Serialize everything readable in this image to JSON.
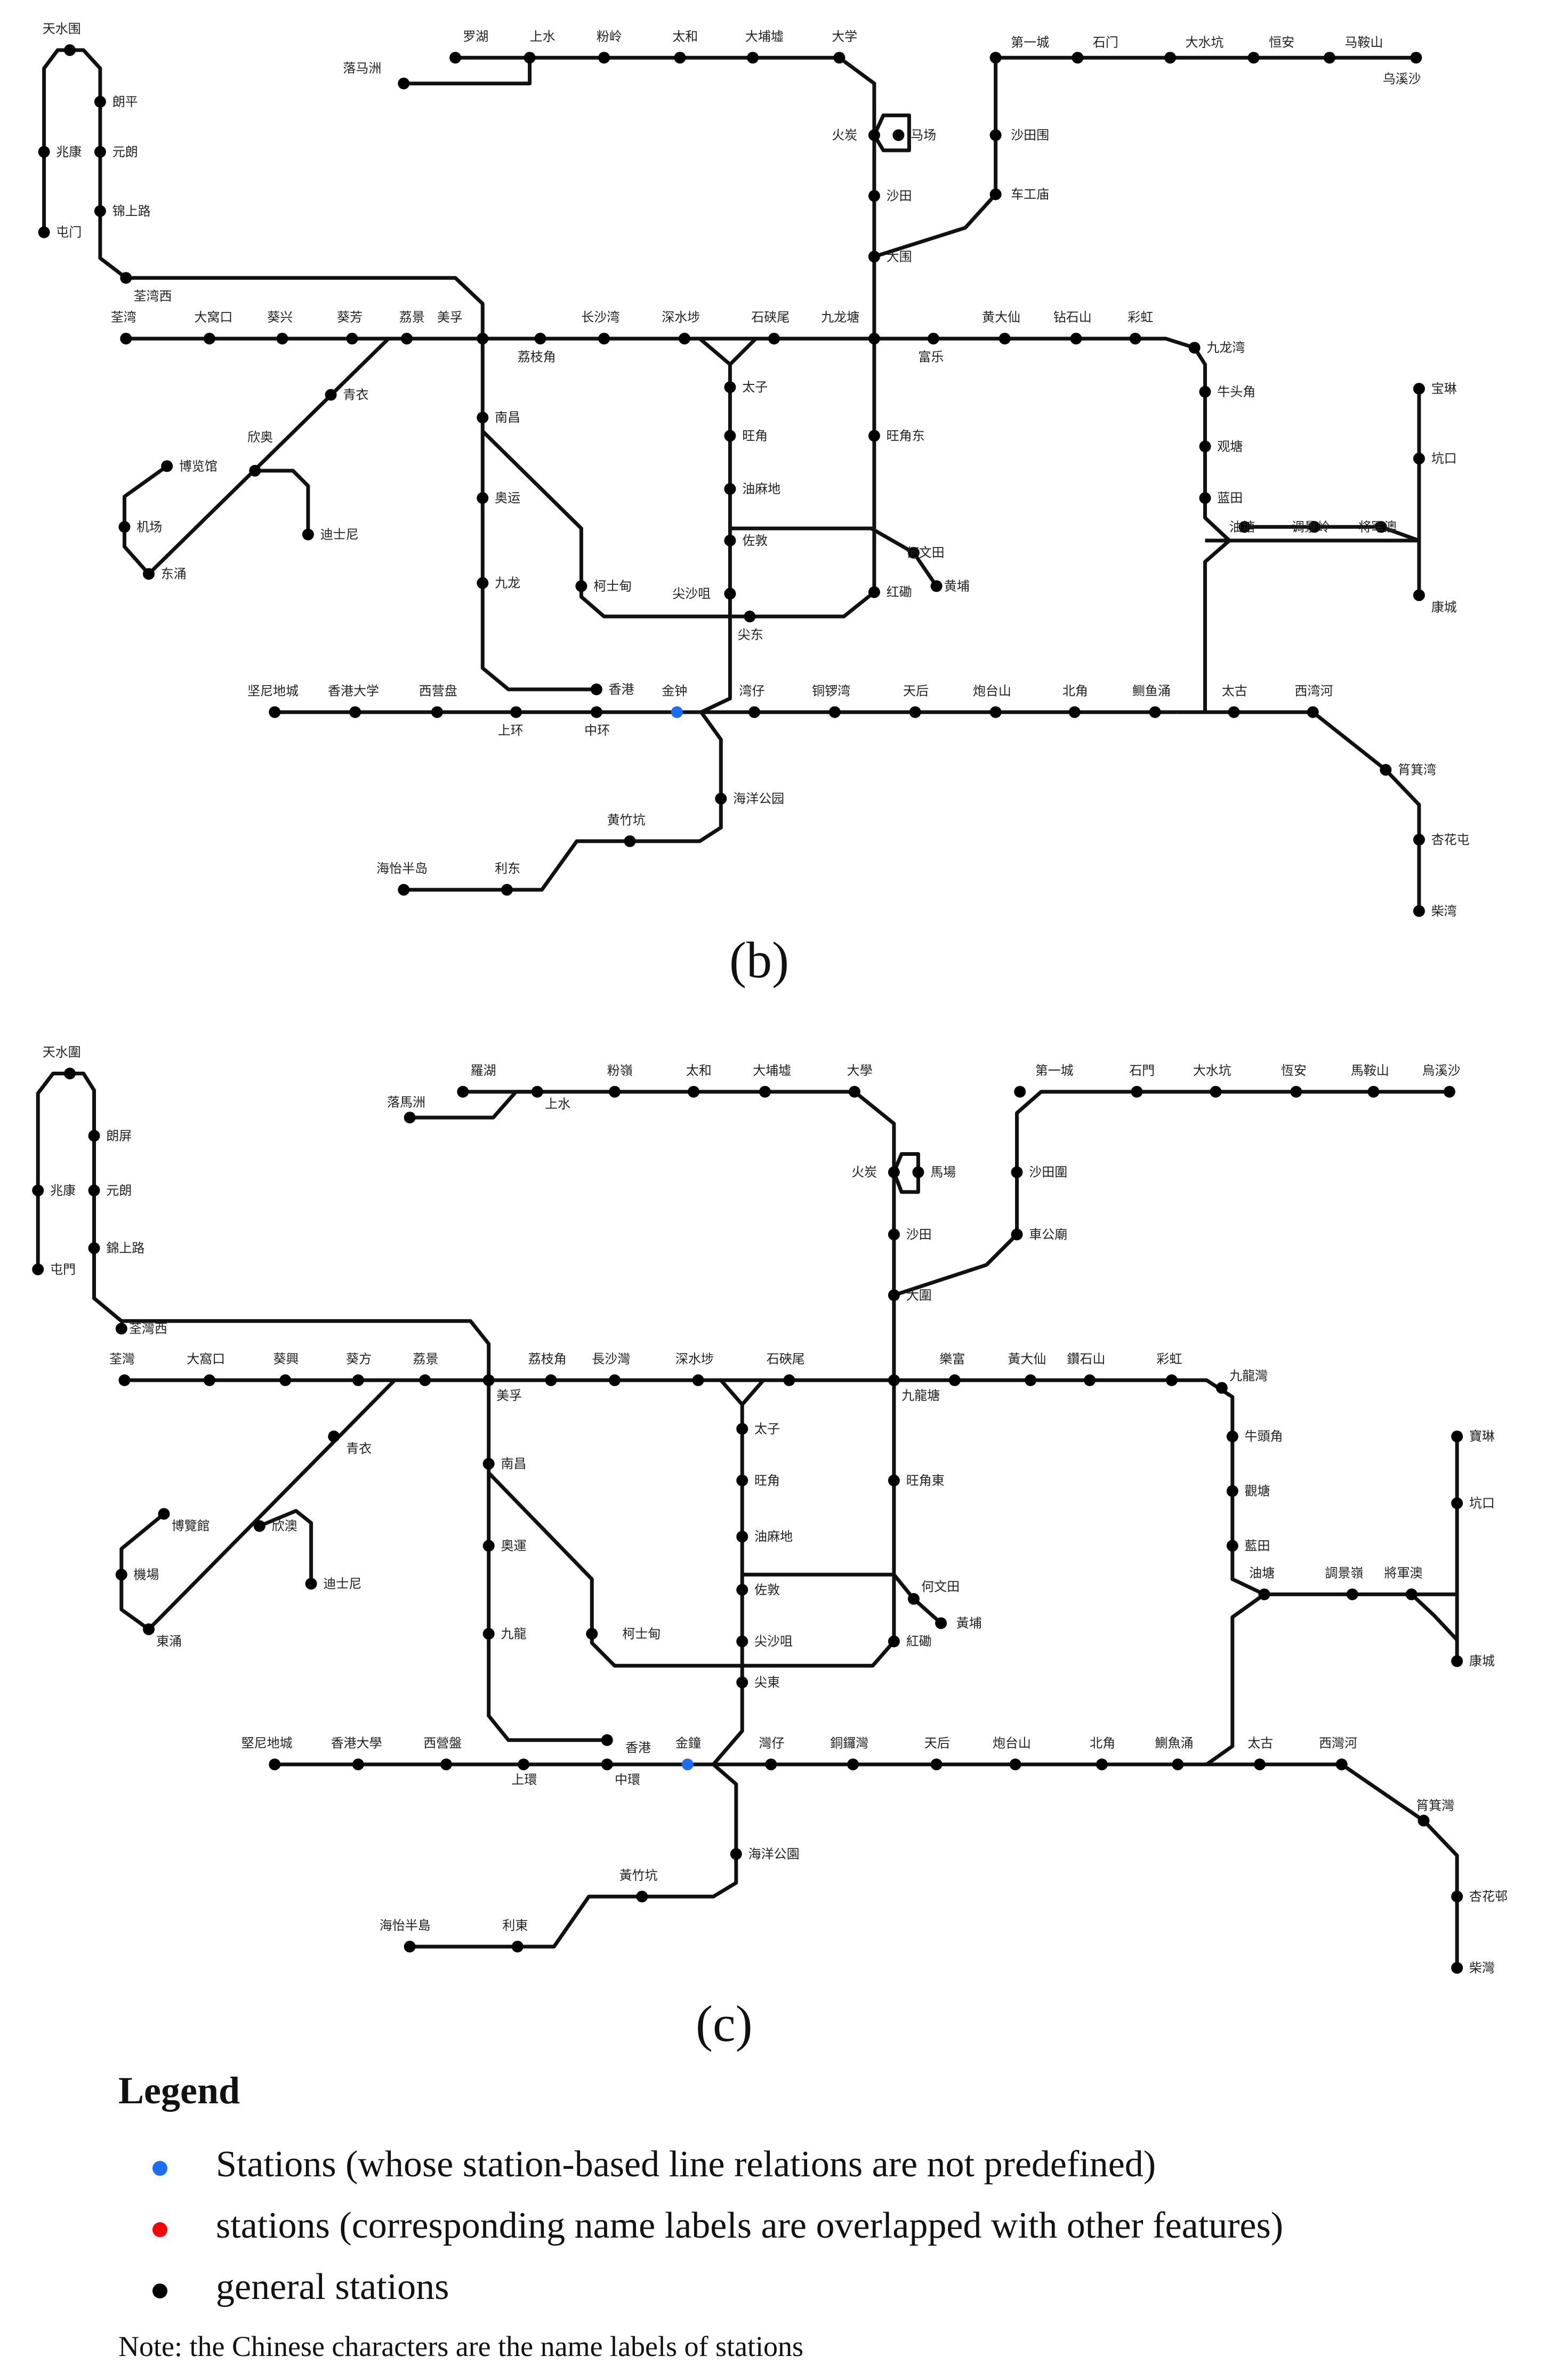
{
  "colors": {
    "line": "#111111",
    "general": "#000000",
    "undefined": "#1a6dff",
    "overlap": "#ff0000"
  },
  "panels": [
    {
      "id": "b",
      "caption": "(b)",
      "stations": [
        {
          "name": "罗湖"
        },
        {
          "name": "上水"
        },
        {
          "name": "粉岭"
        },
        {
          "name": "太和"
        },
        {
          "name": "大埔墟"
        },
        {
          "name": "大学"
        },
        {
          "name": "落马洲"
        },
        {
          "name": "第一城"
        },
        {
          "name": "石门"
        },
        {
          "name": "大水坑"
        },
        {
          "name": "恒安"
        },
        {
          "name": "马鞍山"
        },
        {
          "name": "乌溪沙"
        },
        {
          "name": "天水围"
        },
        {
          "name": "朗平"
        },
        {
          "name": "兆康"
        },
        {
          "name": "元朗"
        },
        {
          "name": "锦上路"
        },
        {
          "name": "屯门"
        },
        {
          "name": "荃湾西"
        },
        {
          "name": "火炭"
        },
        {
          "name": "马场"
        },
        {
          "name": "沙田"
        },
        {
          "name": "大围"
        },
        {
          "name": "沙田围"
        },
        {
          "name": "车工庙"
        },
        {
          "name": "荃湾"
        },
        {
          "name": "大窝口"
        },
        {
          "name": "葵兴"
        },
        {
          "name": "葵芳"
        },
        {
          "name": "荔景"
        },
        {
          "name": "美孚"
        },
        {
          "name": "荔枝角"
        },
        {
          "name": "长沙湾"
        },
        {
          "name": "深水埗"
        },
        {
          "name": "石硖尾"
        },
        {
          "name": "九龙塘"
        },
        {
          "name": "富乐"
        },
        {
          "name": "黄大仙"
        },
        {
          "name": "钻石山"
        },
        {
          "name": "彩虹"
        },
        {
          "name": "九龙湾"
        },
        {
          "name": "牛头角"
        },
        {
          "name": "观塘"
        },
        {
          "name": "蓝田"
        },
        {
          "name": "油塘"
        },
        {
          "name": "调景岭"
        },
        {
          "name": "将军澳"
        },
        {
          "name": "宝琳"
        },
        {
          "name": "坑口"
        },
        {
          "name": "康城"
        },
        {
          "name": "青衣"
        },
        {
          "name": "欣奥"
        },
        {
          "name": "博览馆"
        },
        {
          "name": "机场"
        },
        {
          "name": "东涌"
        },
        {
          "name": "迪士尼"
        },
        {
          "name": "南昌"
        },
        {
          "name": "奥运"
        },
        {
          "name": "九龙"
        },
        {
          "name": "柯士甸"
        },
        {
          "name": "尖沙咀"
        },
        {
          "name": "尖东"
        },
        {
          "name": "太子"
        },
        {
          "name": "旺角"
        },
        {
          "name": "油麻地"
        },
        {
          "name": "佐敦"
        },
        {
          "name": "旺角东"
        },
        {
          "name": "何文田"
        },
        {
          "name": "黄埔"
        },
        {
          "name": "红磡"
        },
        {
          "name": "坚尼地城"
        },
        {
          "name": "香港大学"
        },
        {
          "name": "西营盘"
        },
        {
          "name": "上环"
        },
        {
          "name": "中环"
        },
        {
          "name": "香港"
        },
        {
          "name": "金钟"
        },
        {
          "name": "湾仔"
        },
        {
          "name": "铜锣湾"
        },
        {
          "name": "天后"
        },
        {
          "name": "炮台山"
        },
        {
          "name": "北角"
        },
        {
          "name": "鲗鱼涌"
        },
        {
          "name": "太古"
        },
        {
          "name": "西湾河"
        },
        {
          "name": "筲箕湾"
        },
        {
          "name": "杏花屯"
        },
        {
          "name": "柴湾"
        },
        {
          "name": "海洋公园"
        },
        {
          "name": "黄竹坑"
        },
        {
          "name": "利东"
        },
        {
          "name": "海怡半岛"
        }
      ]
    },
    {
      "id": "c",
      "caption": "(c)",
      "stations": [
        {
          "name": "羅湖"
        },
        {
          "name": "上水"
        },
        {
          "name": "粉嶺"
        },
        {
          "name": "太和"
        },
        {
          "name": "大埔墟"
        },
        {
          "name": "大學"
        },
        {
          "name": "落馬洲"
        },
        {
          "name": "第一城"
        },
        {
          "name": "石門"
        },
        {
          "name": "大水坑"
        },
        {
          "name": "恆安"
        },
        {
          "name": "馬鞍山"
        },
        {
          "name": "烏溪沙"
        },
        {
          "name": "天水圍"
        },
        {
          "name": "朗屏"
        },
        {
          "name": "兆康"
        },
        {
          "name": "元朗"
        },
        {
          "name": "錦上路"
        },
        {
          "name": "屯門"
        },
        {
          "name": "荃灣西"
        },
        {
          "name": "火炭"
        },
        {
          "name": "馬場"
        },
        {
          "name": "沙田"
        },
        {
          "name": "大圍"
        },
        {
          "name": "沙田圍"
        },
        {
          "name": "車公廟"
        },
        {
          "name": "荃灣"
        },
        {
          "name": "大窩口"
        },
        {
          "name": "葵興"
        },
        {
          "name": "葵方"
        },
        {
          "name": "荔景"
        },
        {
          "name": "美孚"
        },
        {
          "name": "荔枝角"
        },
        {
          "name": "長沙灣"
        },
        {
          "name": "深水埗"
        },
        {
          "name": "石硤尾"
        },
        {
          "name": "九龍塘"
        },
        {
          "name": "樂富"
        },
        {
          "name": "黃大仙"
        },
        {
          "name": "鑽石山"
        },
        {
          "name": "彩虹"
        },
        {
          "name": "九龍灣"
        },
        {
          "name": "牛頭角"
        },
        {
          "name": "觀塘"
        },
        {
          "name": "藍田"
        },
        {
          "name": "油塘"
        },
        {
          "name": "調景嶺"
        },
        {
          "name": "將軍澳"
        },
        {
          "name": "寶琳"
        },
        {
          "name": "坑口"
        },
        {
          "name": "康城"
        },
        {
          "name": "青衣"
        },
        {
          "name": "欣澳"
        },
        {
          "name": "博覽館"
        },
        {
          "name": "機場"
        },
        {
          "name": "東涌"
        },
        {
          "name": "迪士尼"
        },
        {
          "name": "南昌"
        },
        {
          "name": "奧運"
        },
        {
          "name": "九龍"
        },
        {
          "name": "柯士甸"
        },
        {
          "name": "尖沙咀"
        },
        {
          "name": "尖東"
        },
        {
          "name": "太子"
        },
        {
          "name": "旺角"
        },
        {
          "name": "油麻地"
        },
        {
          "name": "佐敦"
        },
        {
          "name": "旺角東"
        },
        {
          "name": "何文田"
        },
        {
          "name": "黃埔"
        },
        {
          "name": "紅磡"
        },
        {
          "name": "堅尼地城"
        },
        {
          "name": "香港大學"
        },
        {
          "name": "西營盤"
        },
        {
          "name": "上環"
        },
        {
          "name": "中環"
        },
        {
          "name": "香港"
        },
        {
          "name": "金鐘"
        },
        {
          "name": "灣仔"
        },
        {
          "name": "銅鑼灣"
        },
        {
          "name": "天后"
        },
        {
          "name": "炮台山"
        },
        {
          "name": "北角"
        },
        {
          "name": "鰂魚涌"
        },
        {
          "name": "太古"
        },
        {
          "name": "西灣河"
        },
        {
          "name": "筲箕灣"
        },
        {
          "name": "杏花邨"
        },
        {
          "name": "柴灣"
        },
        {
          "name": "海洋公園"
        },
        {
          "name": "黃竹坑"
        },
        {
          "name": "利東"
        },
        {
          "name": "海怡半島"
        }
      ]
    }
  ],
  "legend": {
    "title": "Legend",
    "items": [
      {
        "color": "#1a6dff",
        "text": "Stations (whose station-based line relations are not predefined)"
      },
      {
        "color": "#ff0000",
        "text": "stations (corresponding name labels are overlapped with other features)"
      },
      {
        "color": "#000000",
        "text": "general stations"
      }
    ],
    "note": "Note: the Chinese characters are the name labels of stations"
  }
}
